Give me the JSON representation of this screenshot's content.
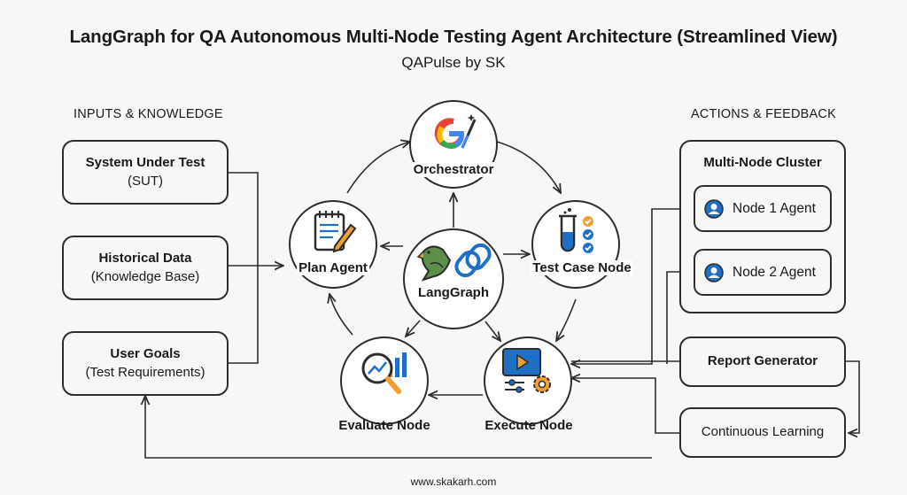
{
  "header": {
    "title": "LangGraph for QA Autonomous Multi-Node Testing Agent Architecture (Streamlined View)",
    "subtitle": "QAPulse by SK"
  },
  "inputs": {
    "label": "INPUTS & KNOWLEDGE",
    "items": [
      {
        "title": "System Under Test",
        "sub": "(SUT)"
      },
      {
        "title": "Historical Data",
        "sub": "(Knowledge Base)"
      },
      {
        "title": "User Goals",
        "sub": "(Test Requirements)"
      }
    ]
  },
  "center": {
    "hub": "LangGraph",
    "nodes": {
      "orchestrator": "Orchestrator",
      "plan": "Plan Agent",
      "test_case": "Test Case Node",
      "execute": "Execute Node",
      "evaluate": "Evaluate Node"
    }
  },
  "actions": {
    "label": "ACTIONS & FEEDBACK",
    "cluster_title": "Multi-Node Cluster",
    "agents": [
      "Node 1 Agent",
      "Node 2 Agent"
    ],
    "report": "Report Generator",
    "learning": "Continuous Learning"
  },
  "footer": "www.skakarh.com",
  "colors": {
    "accent_blue": "#1f6fc5",
    "accent_orange": "#f0a030",
    "line": "#2d2d2d"
  }
}
